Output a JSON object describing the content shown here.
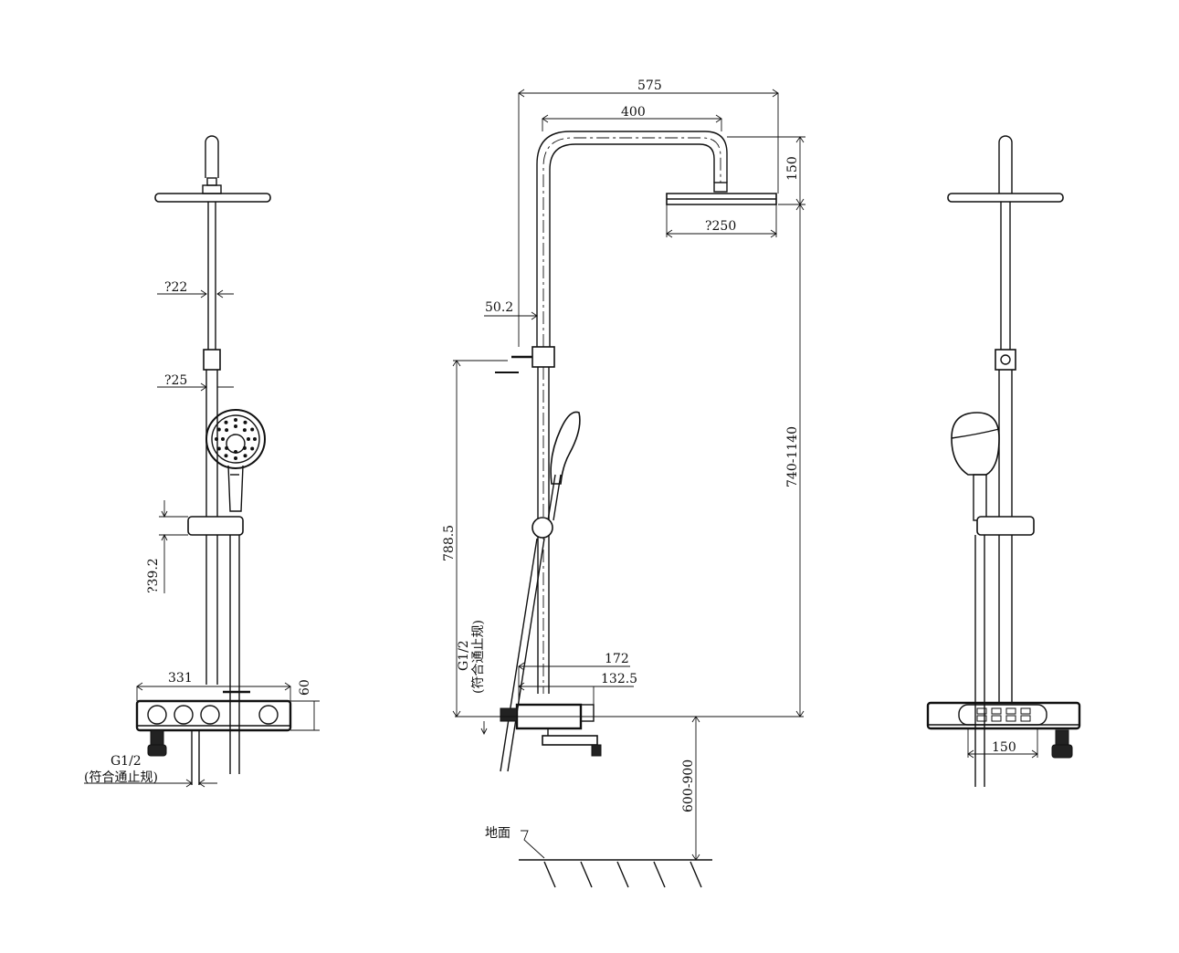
{
  "colors": {
    "line": "#111111",
    "background": "#ffffff"
  },
  "dimensions": {
    "left_view": {
      "pipe_upper": "?22",
      "pipe_lower": "?25",
      "slide_bar": "?39.2",
      "shelf_width": "331",
      "shelf_height": "60",
      "inlet_thread": "G1/2",
      "inlet_note": "(符合通止规)"
    },
    "front_view": {
      "overall_width": "575",
      "arm_width": "400",
      "arm_drop": "150",
      "head_diameter": "?250",
      "wall_offset": "50.2",
      "height_range": "740-1140",
      "bracket_height": "788.5",
      "inlet_thread": "G1/2",
      "inlet_note": "(符合通止规)",
      "spout_length": "172",
      "valve_depth": "132.5",
      "install_height": "600-900",
      "floor_label": "地面"
    },
    "right_view": {
      "inlet_spacing": "150"
    }
  }
}
